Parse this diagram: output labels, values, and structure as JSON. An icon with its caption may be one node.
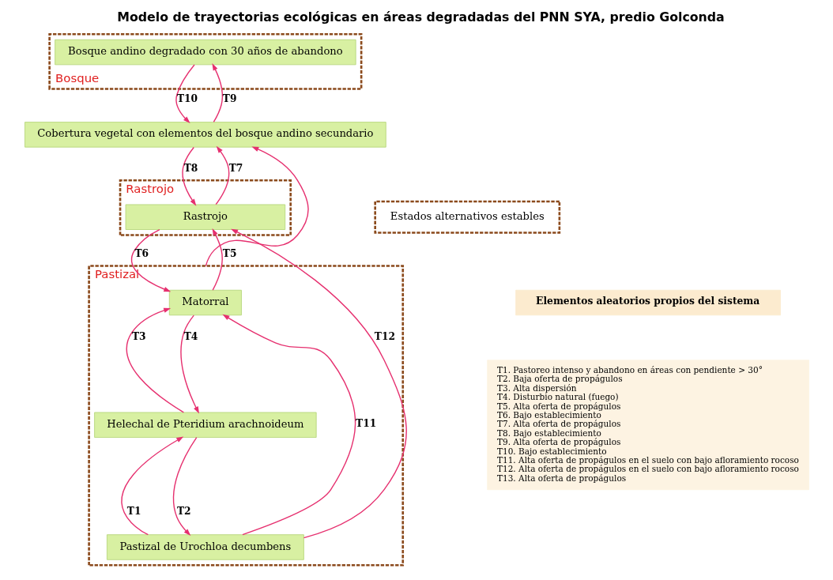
{
  "diagram": {
    "title": "Modelo de trayectorias ecológicas en áreas degradadas del PNN SYA, predio Golconda",
    "nodes": [
      {
        "text": [
          "Bosque"
        ]
      },
      {
        "text": [
          "Bosque andino degradado con 30 años de abandono"
        ],
        "in": 0
      },
      {
        "text": [
          "Cobertura vegetal con elementos del bosque andino secundario"
        ]
      },
      {
        "text": [
          "Rastrojo"
        ]
      },
      {
        "text": [
          "Rastrojo"
        ],
        "in": 3
      },
      {
        "text": [
          "Pastizal"
        ]
      },
      {
        "text": [
          "Matorral"
        ],
        "in": 5
      },
      {
        "text": [
          "Helechal de Pteridium arachnoideum"
        ],
        "in": 5
      },
      {
        "text": [
          "Pastizal de Urochloa decumbens"
        ],
        "in": 5
      },
      {
        "text": [
          "Estados alternativos estables"
        ]
      },
      {
        "text": [
          "Elementos aleatorios propios del sistema"
        ]
      },
      {
        "text": [
          "T1. Pastoreo intenso y abandono en áreas con pendiente > 30°",
          "T2. Baja oferta de propágulos",
          "T3. Alta dispersión",
          "T4. Disturbio natural (fuego)",
          "T5. Alta oferta de propágulos",
          "T6. Bajo establecimiento",
          "T7. Alta oferta de propágulos",
          "T8. Bajo establecimiento",
          "T9. Alta oferta de propágulos",
          "T10. Bajo establecimiento",
          "T11. Alta oferta de propágulos en el suelo con bajo afloramiento rocoso",
          "T12. Alta oferta de propágulos en el suelo con bajo afloramiento rocoso",
          "T13. Alta oferta de propágulos"
        ]
      }
    ],
    "edges": [
      {
        "from": 8,
        "to": 7,
        "arrow": "to",
        "label": "T1"
      },
      {
        "from": 7,
        "to": 8,
        "arrow": "to",
        "label": "T2"
      },
      {
        "from": 7,
        "to": 6,
        "arrow": "to",
        "label": "T3"
      },
      {
        "from": 6,
        "to": 7,
        "arrow": "to",
        "label": "T4"
      },
      {
        "from": 6,
        "to": 4,
        "arrow": "to",
        "label": "T5"
      },
      {
        "from": 4,
        "to": 6,
        "arrow": "to",
        "label": "T6"
      },
      {
        "from": 4,
        "to": 2,
        "arrow": "to",
        "label": "T7"
      },
      {
        "from": 2,
        "to": 4,
        "arrow": "to",
        "label": "T8"
      },
      {
        "from": 2,
        "to": 1,
        "arrow": "to",
        "label": "T9"
      },
      {
        "from": 1,
        "to": 2,
        "arrow": "to",
        "label": "T10"
      },
      {
        "from": 8,
        "to": 6,
        "arrow": "to",
        "label": "T11"
      },
      {
        "from": 8,
        "to": 4,
        "arrow": "to",
        "label": "T12"
      },
      {
        "from": 5,
        "to": 2,
        "arrow": "to"
      }
    ]
  }
}
